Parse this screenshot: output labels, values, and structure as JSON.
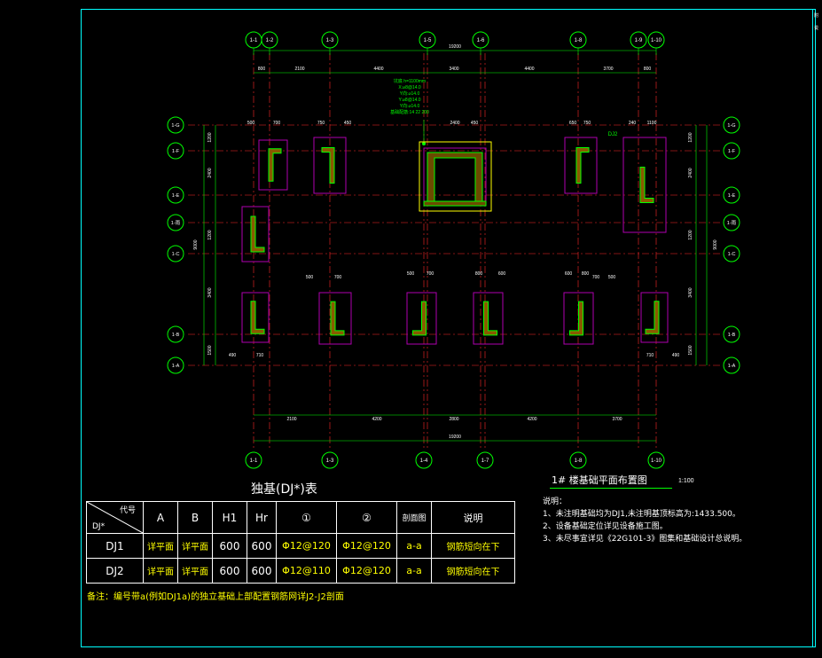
{
  "drawing": {
    "sheet_title": "1# 楼基础平面布置图",
    "scale": "1:100",
    "notes": [
      "说明：",
      "1、未注明基础均为DJ1,未注明基顶标高为:1433.500。",
      "2、设备基础定位详见设备施工图。",
      "3、未尽事宜详见《22G101-3》图集和基础设计总说明。"
    ],
    "title_block_labels": [
      "附",
      "说"
    ],
    "colors": {
      "axis_line": "#ff2a2a",
      "dimension": "#00ff00",
      "footing_outline": "#b000b0",
      "column": "#00ff00",
      "frame": "#00ffff",
      "text": "#ffffff",
      "highlight": "#ffff00"
    }
  },
  "axes": {
    "top": [
      "1-1",
      "1-2",
      "1-3",
      "1-5",
      "1-6",
      "1-8",
      "1-9",
      "1-10"
    ],
    "bottom": [
      "1-1",
      "1-3",
      "1-4",
      "1-7",
      "1-8",
      "1-10"
    ],
    "left": [
      "1-G",
      "1-F",
      "1-E",
      "1-雨",
      "1-C",
      "1-B",
      "1-A"
    ],
    "right": [
      "1-G",
      "1-F",
      "1-E",
      "1-雨",
      "1-C",
      "1-B",
      "1-A"
    ]
  },
  "dimensions": {
    "top_total": "19200",
    "top_segments": [
      "800",
      "2100",
      "4400",
      "3400",
      "4400",
      "3700",
      "800"
    ],
    "bottom_total": "19200",
    "bottom_segments": [
      "2100",
      "4200",
      "2800",
      "4200",
      "3700"
    ],
    "left_total": "9000",
    "right_total": "9000",
    "left_segments": [
      "1200",
      "2400",
      "1200",
      "3400",
      "1500"
    ],
    "callout_top": [
      "500",
      "700",
      "750",
      "450",
      "2400",
      "450",
      "650",
      "750",
      "240",
      "1100"
    ],
    "callout_mid": [
      "500",
      "700",
      "500",
      "700",
      "800",
      "600",
      "600",
      "800",
      "700",
      "500"
    ],
    "callout_bottom": [
      "490",
      "710",
      "710",
      "490"
    ],
    "footing_label": "DJ2",
    "pit_note": [
      "坑底 h=1100mm",
      "X:⌀8@14.0",
      "Y向:⌀14.0",
      "Y:⌀8@14.0",
      "Y向:⌀14.0",
      "基础配筋:14 22 200"
    ]
  },
  "schedule": {
    "title": "独基(DJ*)表",
    "header_code_top": "代号",
    "header_code_bottom": "DJ*",
    "headers": [
      "A",
      "B",
      "H1",
      "Hr",
      "①",
      "②",
      "剖面图",
      "说明"
    ],
    "rows": [
      {
        "code": "DJ1",
        "a": "详平面",
        "b": "详平面",
        "h1": "600",
        "hr": "600",
        "bar1": "Φ12@120",
        "bar2": "Φ12@120",
        "section": "a-a",
        "note": "钢筋短向在下"
      },
      {
        "code": "DJ2",
        "a": "详平面",
        "b": "详平面",
        "h1": "600",
        "hr": "600",
        "bar1": "Φ12@110",
        "bar2": "Φ12@120",
        "section": "a-a",
        "note": "钢筋短向在下"
      }
    ],
    "remark": "备注：编号带a(例如DJ1a)的独立基础上部配置钢筋网详J2-J2剖面"
  }
}
